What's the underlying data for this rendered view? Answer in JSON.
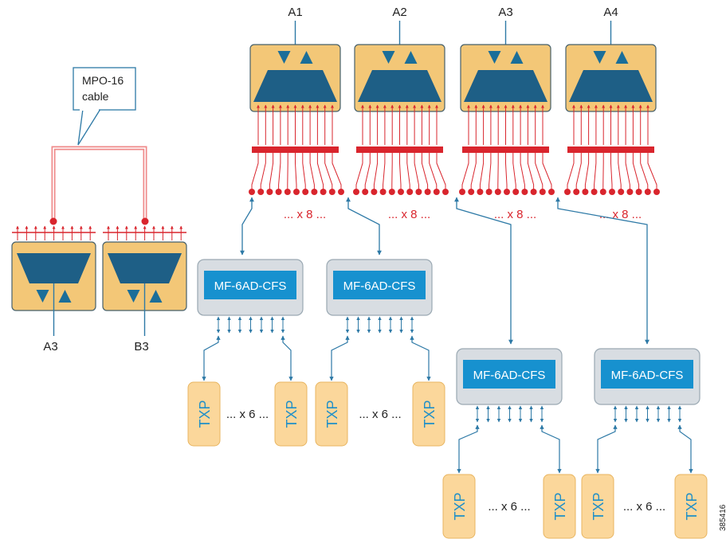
{
  "palette": {
    "box_fill": "#f3c777",
    "box_stroke": "#46606b",
    "mux_fill": "#1e5f86",
    "triangle_fill": "#1b6e99",
    "fiber_red": "#d9252d",
    "fiber_red_light": "#ef8a8a",
    "link_blue": "#2d79a6",
    "mf_outer_fill": "#d8dde2",
    "mf_inner_fill": "#1791cf",
    "txp_fill": "#fbd79b",
    "txp_text": "#1f8fc8",
    "text_dark": "#222222",
    "text_red": "#d9252d"
  },
  "icons": [
    "down-triangle-icon",
    "up-triangle-icon",
    "mux-trapezoid-icon",
    "arrowhead-icon",
    "connector-dot-icon"
  ],
  "callout": {
    "line1": "MPO-16",
    "line2": "cable"
  },
  "left_modules": [
    {
      "label": "A3"
    },
    {
      "label": "B3"
    }
  ],
  "top_modules": [
    {
      "label": "A1",
      "multiplier": "... x 8 ..."
    },
    {
      "label": "A2",
      "multiplier": "... x 8 ..."
    },
    {
      "label": "A3",
      "multiplier": "... x 8 ..."
    },
    {
      "label": "A4",
      "multiplier": "... x 8 ..."
    }
  ],
  "mf_units": [
    {
      "label": "MF-6AD-CFS",
      "txp_left": "TXP",
      "txp_right": "TXP",
      "multiplier": "... x 6 ..."
    },
    {
      "label": "MF-6AD-CFS",
      "txp_left": "TXP",
      "txp_right": "TXP",
      "multiplier": "... x 6 ..."
    },
    {
      "label": "MF-6AD-CFS",
      "txp_left": "TXP",
      "txp_right": "TXP",
      "multiplier": "... x 6 ..."
    },
    {
      "label": "MF-6AD-CFS",
      "txp_left": "TXP",
      "txp_right": "TXP",
      "multiplier": "... x 6 ..."
    }
  ],
  "figure_id": "385416"
}
